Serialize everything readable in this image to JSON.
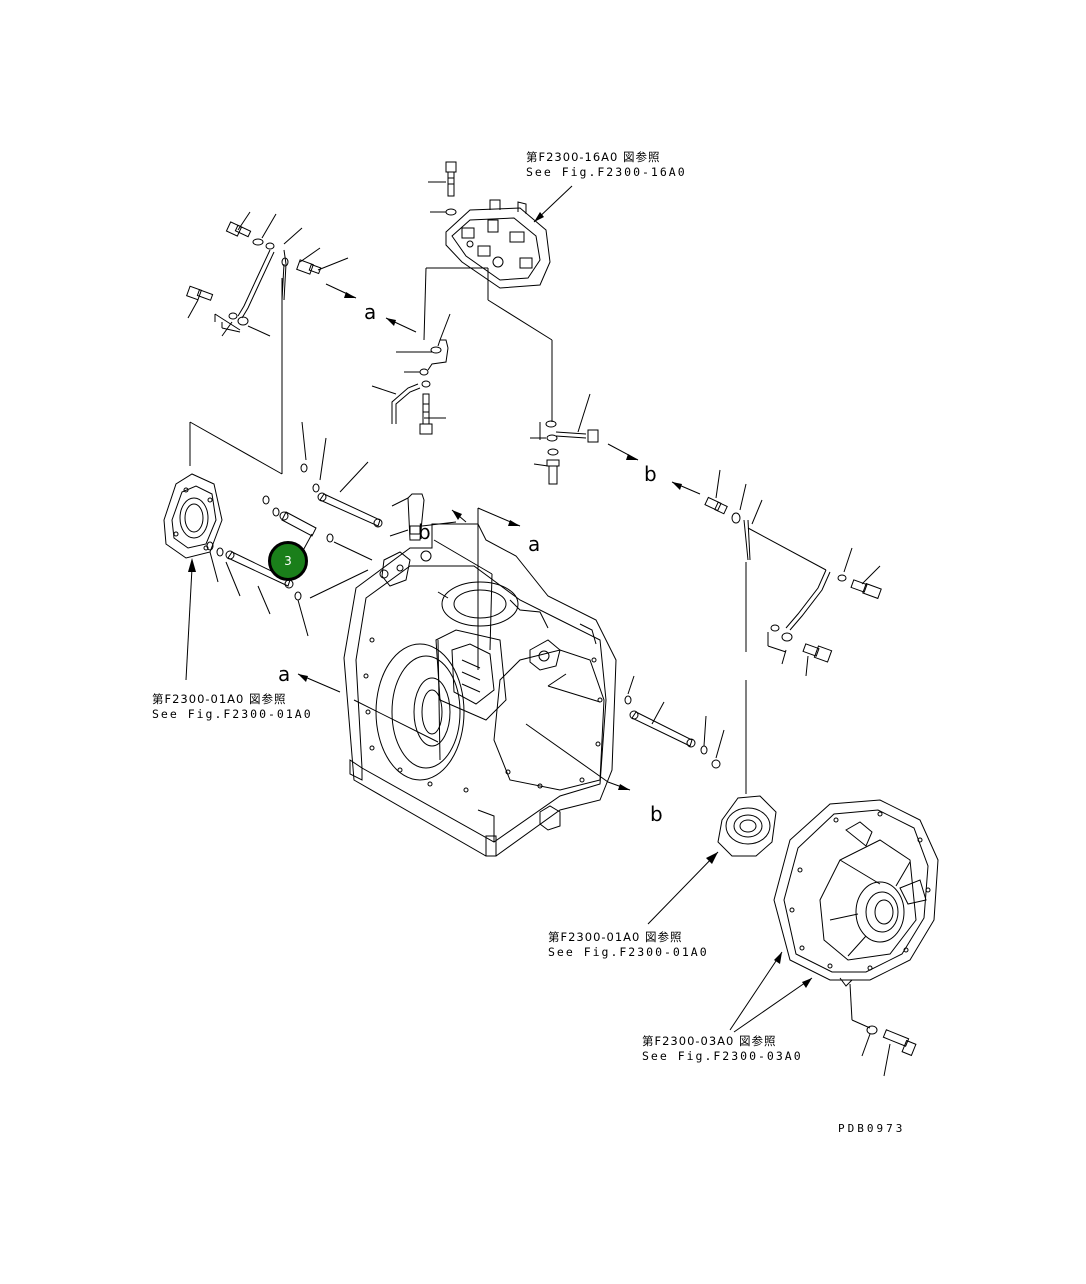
{
  "references": [
    {
      "id": "ref-f2300-16a0",
      "jp": "第F2300-16A0 図参照",
      "en": "See Fig.F2300-16A0"
    },
    {
      "id": "ref-f2300-01a0-left",
      "jp": "第F2300-01A0 図参照",
      "en": "See Fig.F2300-01A0"
    },
    {
      "id": "ref-f2300-01a0-right",
      "jp": "第F2300-01A0 図参照",
      "en": "See Fig.F2300-01A0"
    },
    {
      "id": "ref-f2300-03a0",
      "jp": "第F2300-03A0 図参照",
      "en": "See Fig.F2300-03A0"
    }
  ],
  "letters": {
    "a": "a",
    "b": "b"
  },
  "callout": {
    "number": "3",
    "color": "#1a7f1a"
  },
  "drawing_code": "PDB0973"
}
